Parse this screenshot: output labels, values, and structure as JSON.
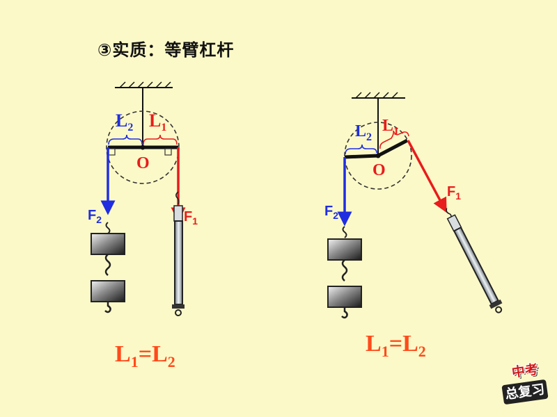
{
  "title": "③实质：等臂杠杆",
  "left": {
    "label_l2": "L2",
    "label_l1": "L1",
    "pivot": "O",
    "force_2": "F2",
    "force_1": "F1",
    "equation": {
      "lhs": "L",
      "lhs_sub": "1",
      "eq": "=",
      "rhs": "L",
      "rhs_sub": "2"
    }
  },
  "right": {
    "label_l2": "L2",
    "label_l1": "L1",
    "pivot": "O",
    "force_2": "F2",
    "force_1": "F1",
    "equation": {
      "lhs": "L",
      "lhs_sub": "1",
      "eq": "=",
      "rhs": "L",
      "rhs_sub": "2"
    }
  },
  "badge": {
    "line1": "中考",
    "line2": "总复习"
  },
  "colors": {
    "background": "#fbf9c8",
    "force_2": "#1f2ee0",
    "force_1": "#e81c1c",
    "equation": "#ff4a1a"
  }
}
